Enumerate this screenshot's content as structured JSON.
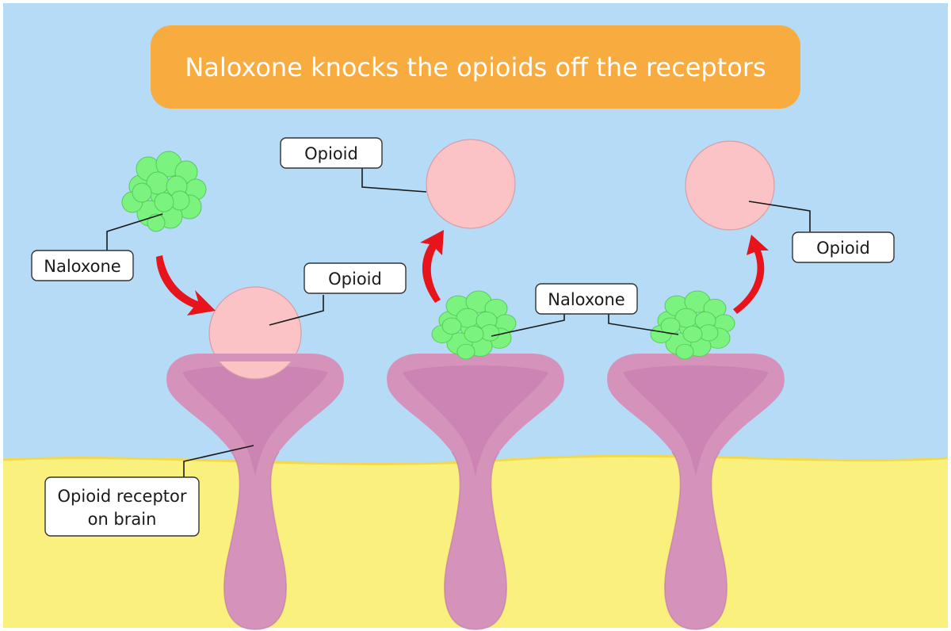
{
  "title": "Naloxone knocks the opioids off the receptors",
  "labels": {
    "naloxone_left": "Naloxone",
    "opioid_bound": "Opioid",
    "opioid_released_mid": "Opioid",
    "opioid_released_right": "Opioid",
    "naloxone_center": "Naloxone",
    "receptor_line1": "Opioid receptor",
    "receptor_line2": "on brain"
  },
  "colors": {
    "background_fluid": "#b5dbf7",
    "brain_tissue": "#f9f07d",
    "title_banner": "#f8ab3e",
    "opioid": "#fcc3c6",
    "naloxone": "#7cf37f",
    "receptor": "#d593bc",
    "arrow": "#e8141c"
  }
}
